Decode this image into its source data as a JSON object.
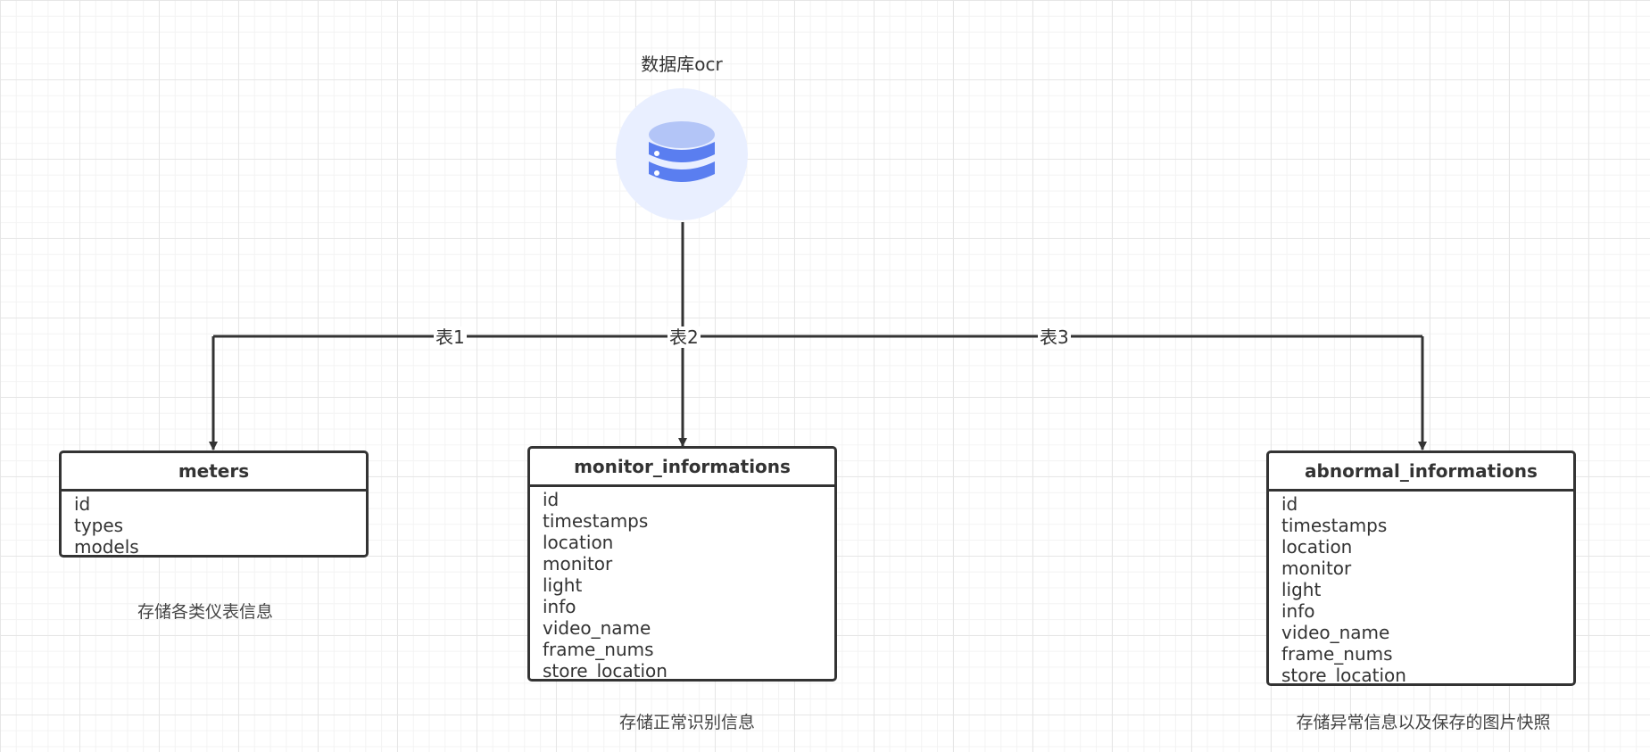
{
  "database": {
    "label": "数据库ocr",
    "icon": "database-icon",
    "circle_color": "#e9efff",
    "icon_colors": [
      "#b3c5f7",
      "#5a7ef0"
    ]
  },
  "edges": [
    {
      "label": "表1"
    },
    {
      "label": "表2"
    },
    {
      "label": "表3"
    }
  ],
  "tables": [
    {
      "title": "meters",
      "fields": [
        "id",
        "types",
        "models"
      ],
      "caption": "存储各类仪表信息"
    },
    {
      "title": "monitor_informations",
      "fields": [
        "id",
        "timestamps",
        "location",
        "monitor",
        "light",
        "info",
        "video_name",
        "frame_nums",
        "store_location"
      ],
      "caption": "存储正常识别信息"
    },
    {
      "title": "abnormal_informations",
      "fields": [
        "id",
        "timestamps",
        "location",
        "monitor",
        "light",
        "info",
        "video_name",
        "frame_nums",
        "store_location"
      ],
      "caption": "存储异常信息以及保存的图片快照"
    }
  ],
  "style": {
    "line_color": "#333333",
    "grid_color": "#e6e6e6"
  }
}
